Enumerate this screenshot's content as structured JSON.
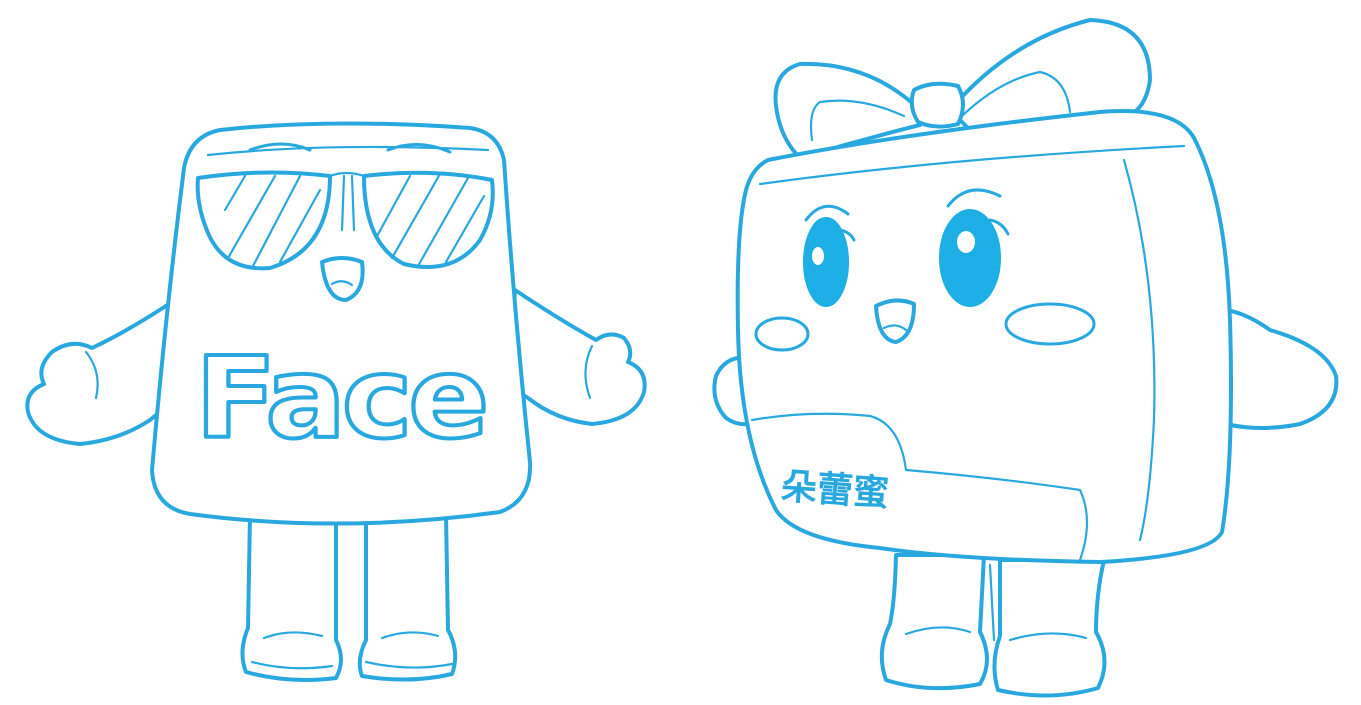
{
  "colors": {
    "outline": "#29a8e0",
    "accent": "#1daee6",
    "background": "#ffffff"
  },
  "characters": [
    {
      "id": "sunglasses-mascot",
      "body_text": "Face"
    },
    {
      "id": "bow-mascot",
      "body_text": "朵蕾蜜"
    }
  ]
}
